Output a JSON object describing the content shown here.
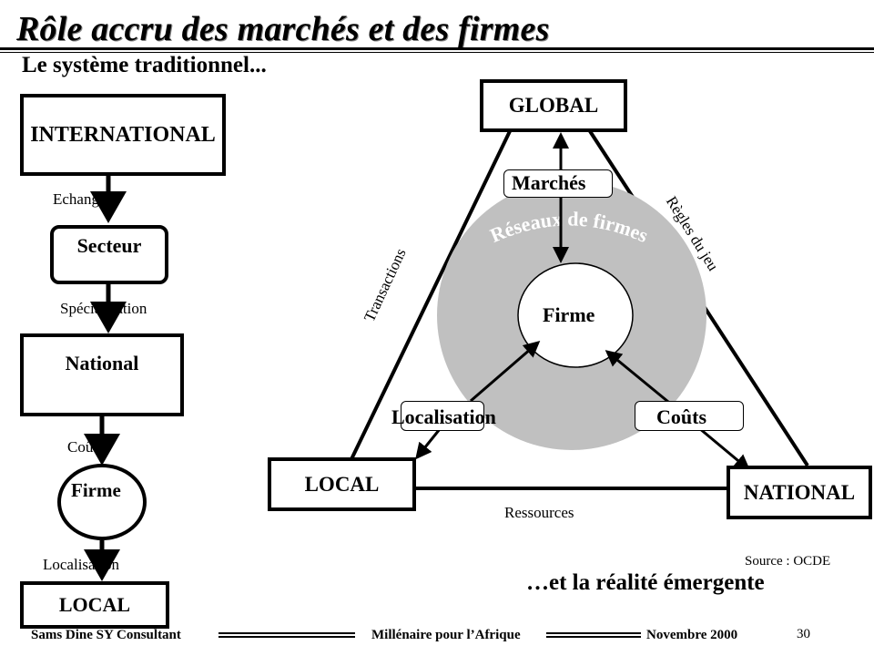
{
  "slide": {
    "title": "Rôle accru des marchés et des firmes",
    "subtitle": "Le système traditionnel...",
    "emergent_caption": "…et la réalité émergente",
    "source": "Source : OCDE"
  },
  "traditional": {
    "nodes": {
      "international": "INTERNATIONAL",
      "secteur": "Secteur",
      "national": "National",
      "firme": "Firme",
      "local": "LOCAL"
    },
    "links": {
      "echanges": "Echanges",
      "specialisation": "Spécialisation",
      "couts": "Coûts",
      "localisation": "Localisation"
    }
  },
  "emergent": {
    "nodes": {
      "global": "GLOBAL",
      "local": "LOCAL",
      "national": "NATIONAL",
      "firme": "Firme"
    },
    "network_label": "Réseaux de firmes",
    "drivers": {
      "marches": "Marchés",
      "localisation": "Localisation",
      "couts": "Coûts"
    },
    "edges": {
      "transactions": "Transactions",
      "regles": "Règles du jeu",
      "ressources": "Ressources"
    },
    "colors": {
      "network_ring": "#c0c0c0"
    }
  },
  "footer": {
    "author": "Sams Dine SY Consultant",
    "event": "Millénaire pour l’Afrique",
    "date": "Novembre 2000",
    "page": "30"
  }
}
